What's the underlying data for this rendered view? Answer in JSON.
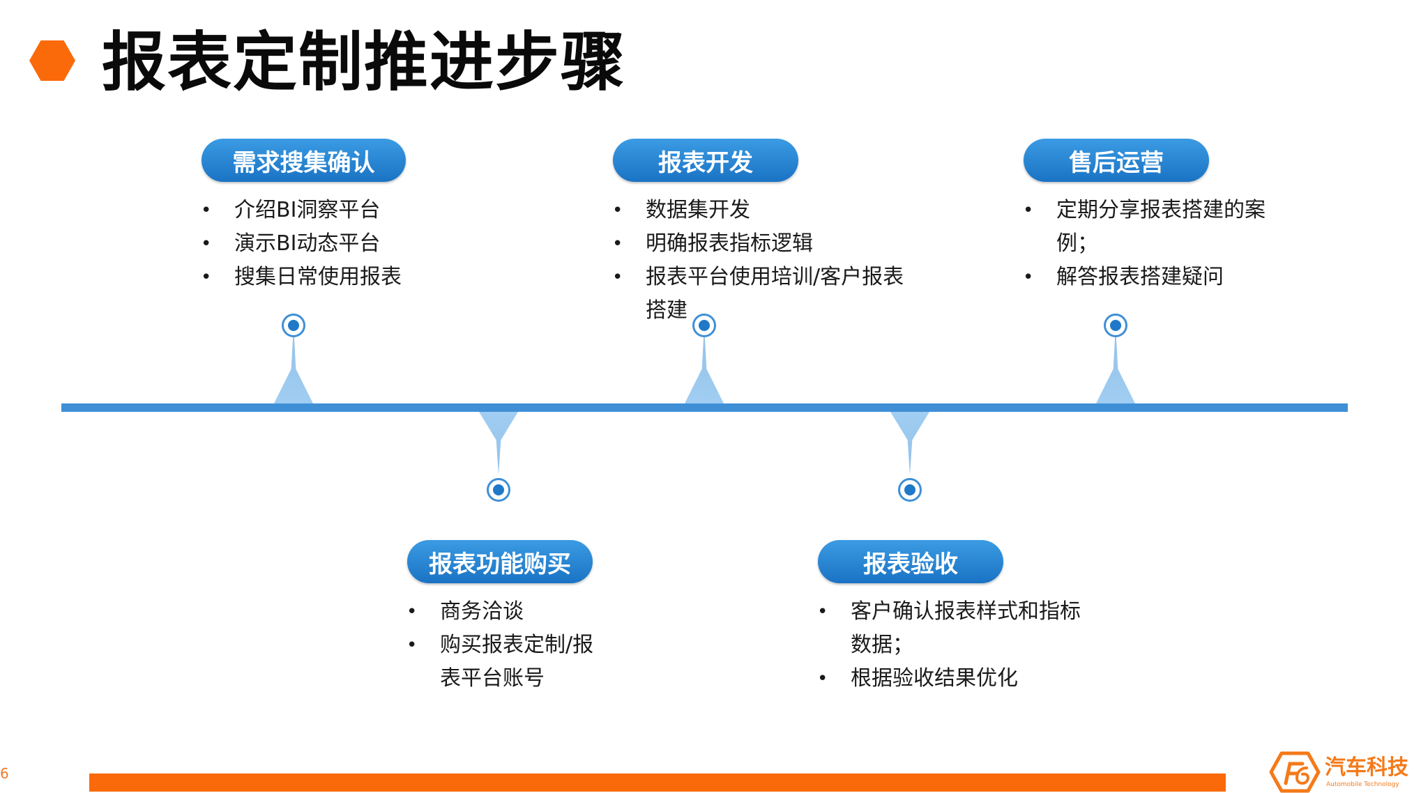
{
  "title": "报表定制推进步骤",
  "steps": [
    {
      "label": "需求搜集确认",
      "items": [
        "介绍BI洞察平台",
        "演示BI动态平台",
        "搜集日常使用报表"
      ]
    },
    {
      "label": "报表功能购买",
      "items": [
        "商务洽谈",
        "购买报表定制/报表平台账号"
      ]
    },
    {
      "label": "报表开发",
      "items": [
        "数据集开发",
        "明确报表指标逻辑",
        "报表平台使用培训/客户报表搭建"
      ]
    },
    {
      "label": "报表验收",
      "items": [
        "客户确认报表样式和指标数据；",
        "根据验收结果优化"
      ]
    },
    {
      "label": "售后运营",
      "items": [
        "定期分享报表搭建的案例；",
        "解答报表搭建疑问"
      ]
    }
  ],
  "footer": {
    "page_number": "6",
    "logo_cn": "汽车科技",
    "logo_en": "Automobile Technology"
  },
  "colors": {
    "accent": "#fa6a0a",
    "primary": "#1f79c8",
    "timeline": "#3e8fd6"
  }
}
